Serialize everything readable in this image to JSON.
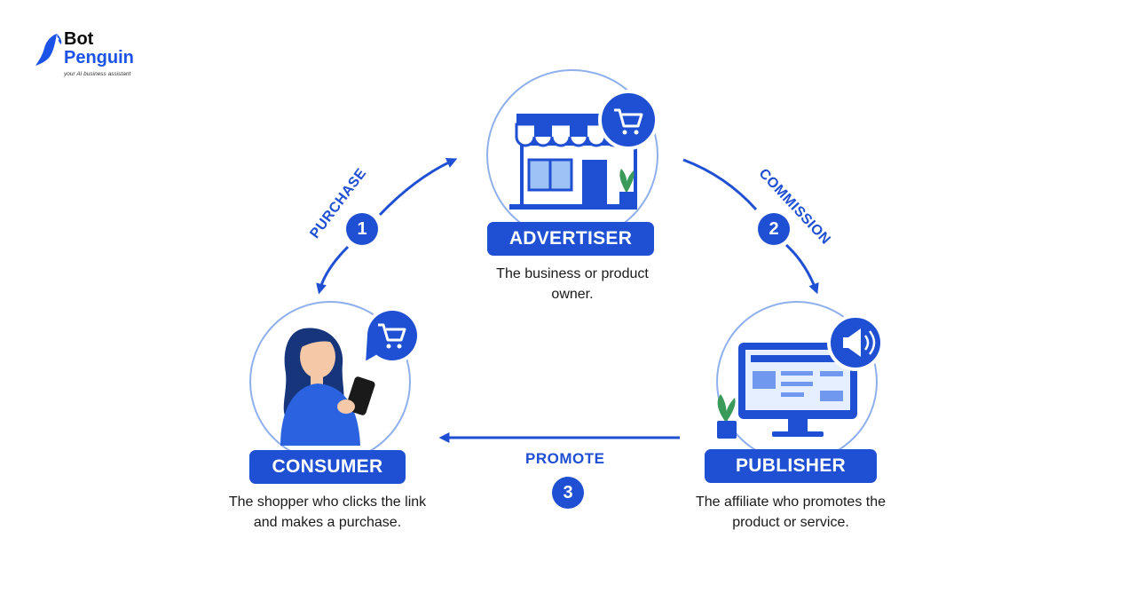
{
  "brand": {
    "name_line1": "Bot",
    "name_line2": "Penguin",
    "tagline": "your AI business assistant"
  },
  "nodes": {
    "advertiser": {
      "label": "ADVERTISER",
      "description_line1": "The business or product",
      "description_line2": "owner."
    },
    "consumer": {
      "label": "CONSUMER",
      "description_line1": "The shopper who clicks the link",
      "description_line2": "and makes a purchase."
    },
    "publisher": {
      "label": "PUBLISHER",
      "description_line1": "The affiliate who promotes the",
      "description_line2": "product or service."
    }
  },
  "edges": {
    "purchase": {
      "label": "PURCHASE",
      "step": "1"
    },
    "commission": {
      "label": "COMMISSION",
      "step": "2"
    },
    "promote": {
      "label": "PROMOTE",
      "step": "3"
    }
  },
  "icons": [
    "storefront-icon",
    "shopping-cart-icon",
    "plant-icon",
    "shopper-person-icon",
    "monitor-icon",
    "megaphone-icon"
  ],
  "colors": {
    "primary": "#1f4fd3",
    "accent_light": "#8fb0ec",
    "text": "#1a1a1a"
  }
}
